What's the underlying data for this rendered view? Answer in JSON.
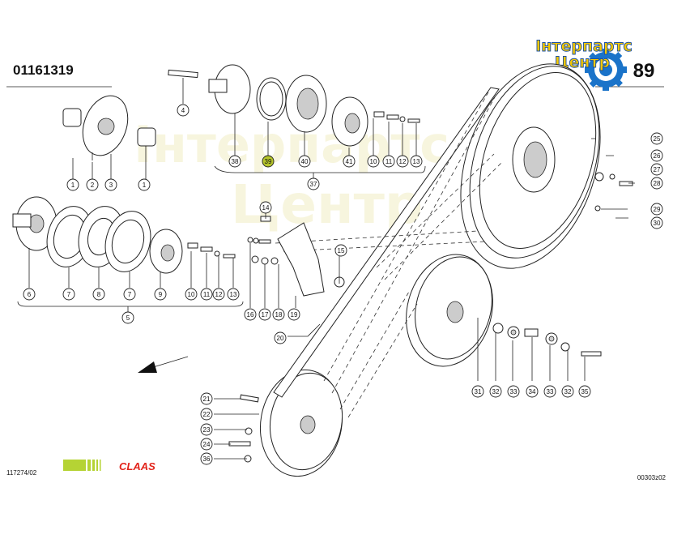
{
  "header": {
    "part_number": "01161319",
    "page_number": "89"
  },
  "watermark": {
    "line1": "Інтерпартс",
    "line2": "Центр"
  },
  "footer": {
    "left_code": "117274/02",
    "right_code": "00303z02",
    "brand": "CLAAS"
  },
  "colors": {
    "callout_highlight": "#b5c42a",
    "brand_red": "#e2231a",
    "brand_green": "#b5d334",
    "logo_gold": "#f6c800",
    "logo_blue": "#1a73c9"
  },
  "callouts": [
    "1",
    "2",
    "3",
    "1",
    "4",
    "38",
    "39",
    "40",
    "41",
    "10",
    "11",
    "12",
    "13",
    "37",
    "6",
    "7",
    "8",
    "7",
    "9",
    "10",
    "11",
    "12",
    "13",
    "5",
    "14",
    "15",
    "16",
    "17",
    "18",
    "19",
    "20",
    "25",
    "26",
    "27",
    "28",
    "29",
    "30",
    "21",
    "22",
    "23",
    "24",
    "36",
    "31",
    "32",
    "33",
    "34",
    "33",
    "32",
    "35"
  ],
  "highlighted_callout": "39"
}
